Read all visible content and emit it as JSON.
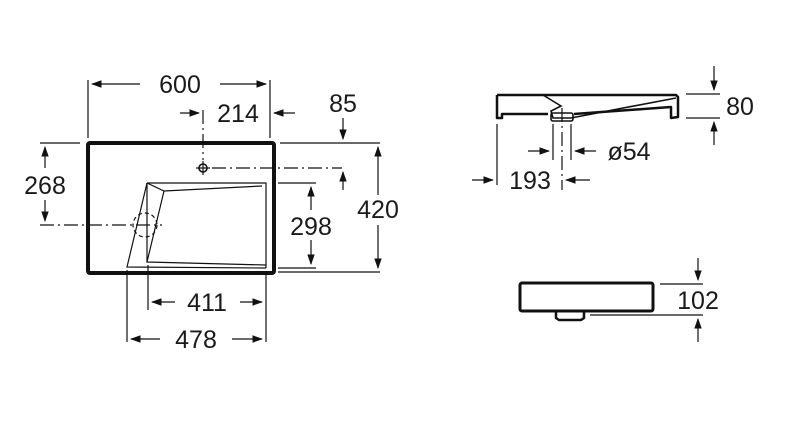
{
  "drawing": {
    "title": "Washbasin technical dimension drawing",
    "units": "mm",
    "views": {
      "top": {
        "dimensions": {
          "overall_width": "600",
          "tap_hole_from_right": "214",
          "tap_hole_from_back": "85",
          "waste_from_back": "268",
          "overall_depth": "420",
          "bowl_depth": "298",
          "bowl_inner_width": "411",
          "bowl_outer_width": "478"
        }
      },
      "side": {
        "dimensions": {
          "height": "80",
          "waste_diameter": "ø54",
          "waste_from_left": "193"
        }
      },
      "front": {
        "dimensions": {
          "total_height": "102"
        }
      }
    }
  }
}
